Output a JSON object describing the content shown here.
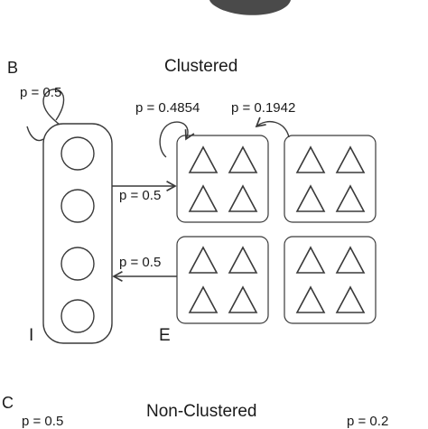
{
  "panel_b": {
    "letter": "B",
    "title": "Clustered",
    "self_loop_i": "p = 0.5",
    "within_cluster": "p = 0.4854",
    "between_cluster": "p = 0.1942",
    "i_to_e": "p = 0.5",
    "e_to_i": "p = 0.5",
    "label_i": "I",
    "label_e": "E"
  },
  "panel_c": {
    "letter": "C",
    "title": "Non-Clustered",
    "left_prob": "p = 0.5",
    "right_prob": "p = 0.2"
  },
  "colors": {
    "stroke": "#3a3a3a",
    "box_fill": "#ffffff",
    "smudge": "#4a4a4a"
  }
}
